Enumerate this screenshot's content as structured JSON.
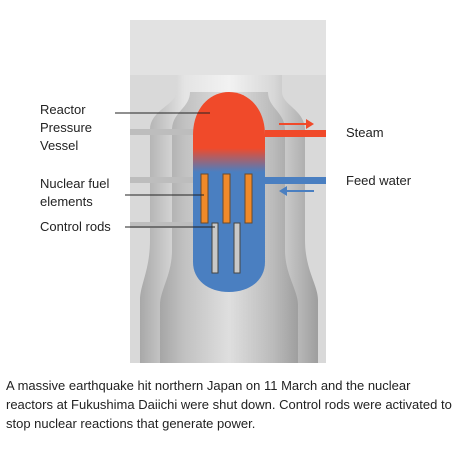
{
  "labels": {
    "vessel": "Reactor\nPressure\nVessel",
    "fuel": "Nuclear fuel\nelements",
    "rods": "Control rods",
    "steam": "Steam",
    "feed": "Feed water"
  },
  "caption": "A massive earthquake hit northern Japan on 11 March and the nuclear reactors at Fukushima Daiichi were shut down. Control rods were activated to stop nuclear reactions that generate power.",
  "colors": {
    "steam": "#f04a2a",
    "water": "#4a7fc1",
    "fuel": "#f08a2a",
    "rod": "#c8c8c8",
    "containment": "#d4d4d4"
  }
}
